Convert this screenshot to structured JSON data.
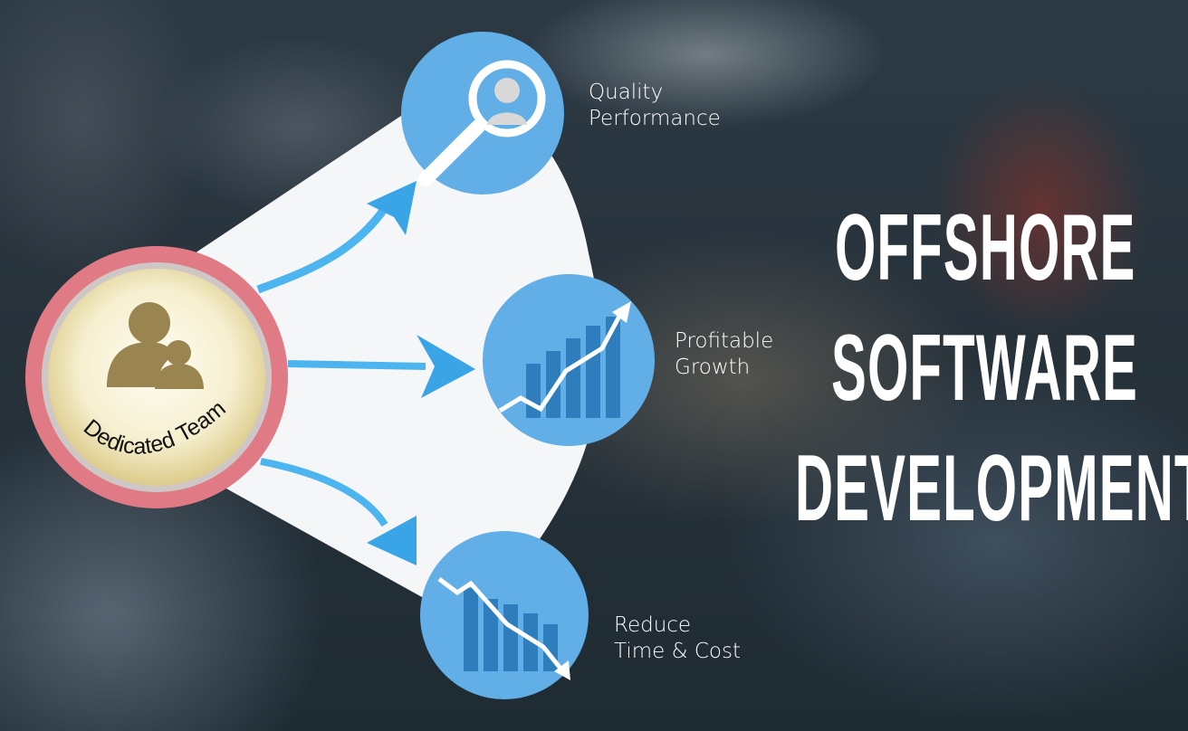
{
  "center": {
    "label": "Dedicated Team",
    "icon": "team-icon"
  },
  "outcomes": [
    {
      "label_line1": "Quality",
      "label_line2": "Performance",
      "icon": "magnifier-person-icon"
    },
    {
      "label_line1": "Profitable",
      "label_line2": "Growth",
      "icon": "growth-chart-icon"
    },
    {
      "label_line1": "Reduce",
      "label_line2": "Time & Cost",
      "icon": "decline-chart-icon"
    }
  ],
  "headline": {
    "line1": "OFFSHORE",
    "line2": "SOFTWARE",
    "line3": "DEVELOPMENT"
  },
  "colors": {
    "circle_blue": "#62aee6",
    "bar_blue": "#2e7dbd",
    "ring_pink": "#e07a84",
    "team_gold": "#9a8550"
  }
}
